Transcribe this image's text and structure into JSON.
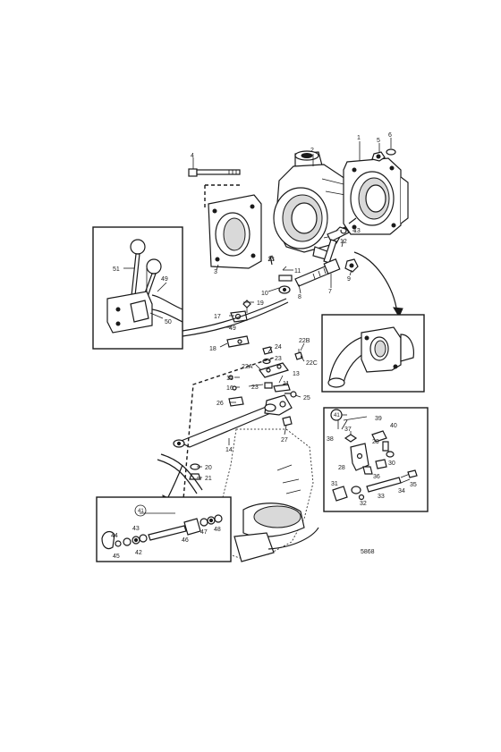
{
  "reference_number": "5868",
  "callouts": {
    "c1": "1",
    "c2": "2",
    "c3": "3",
    "c4": "4",
    "c5": "5",
    "c6": "6",
    "c7": "7",
    "c8": "8",
    "c9": "9",
    "c10": "10",
    "c11a": "11",
    "c11b": "11",
    "c12": "12",
    "c13a": "13",
    "c13b": "13",
    "c13c": "13",
    "c14": "14",
    "c15": "15",
    "c16": "16",
    "c17": "17",
    "c18": "18",
    "c19": "19",
    "c20": "20",
    "c21": "21",
    "c22a": "22A",
    "c22b": "22B",
    "c22c": "22C",
    "c23a": "23",
    "c23b": "23",
    "c24": "24",
    "c25": "25",
    "c26": "26",
    "c27": "27",
    "c28": "28",
    "c29": "29",
    "c30": "30",
    "c31": "31",
    "c32": "32",
    "c33": "33",
    "c34": "34",
    "c35": "35",
    "c36": "36",
    "c37": "37",
    "c38": "38",
    "c39": "39",
    "c40": "40",
    "c41a": "41",
    "c41b": "41",
    "c42": "42",
    "c43": "43",
    "c44": "44",
    "c45": "45",
    "c46": "46",
    "c47": "47",
    "c48": "48",
    "c49a": "49",
    "c49b": "49",
    "c50": "50",
    "c51": "51"
  }
}
